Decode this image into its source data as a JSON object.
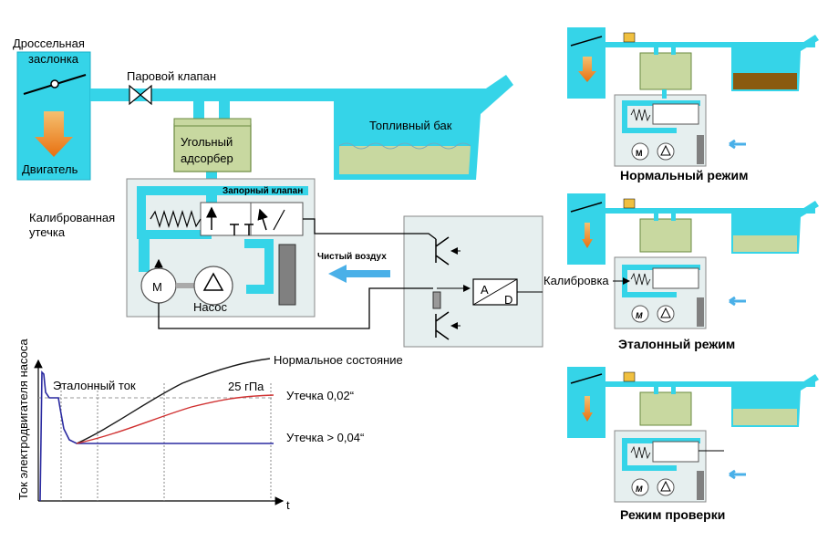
{
  "main": {
    "throttle_label_1": "Дроссельная",
    "throttle_label_2": "заслонка",
    "engine_label": "Двигатель",
    "steam_valve_label": "Паровой клапан",
    "fuel_tank_label": "Топливный бак",
    "adsorber_label_1": "Угольный",
    "adsorber_label_2": "адсорбер",
    "shutoff_valve_label": "Запорный клапан",
    "calibrated_leak_label_1": "Калиброванная",
    "calibrated_leak_label_2": "утечка",
    "clean_air_label": "Чистый воздух",
    "motor_label": "M",
    "pump_label": "Насос",
    "adc_a": "A",
    "adc_d": "D"
  },
  "graph": {
    "ylabel": "Ток электродвигателя насоса",
    "xlabel": "t",
    "reference_current_label": "Эталонный ток",
    "normal_state_label": "Нормальное состояние",
    "pressure_label": "25 гПа",
    "leak_002_label": "Утечка 0,02“",
    "leak_004_label": "Утечка > 0,04“",
    "colors": {
      "normal": "#1a1a1a",
      "leak_002": "#d03030",
      "leak_004": "#2a2aa0"
    }
  },
  "modes": {
    "normal_title": "Нормальный режим",
    "reference_title": "Эталонный режим",
    "check_title": "Режим проверки",
    "calibration_label": "Калибровка"
  },
  "colors": {
    "pipe": "#35d4e8",
    "adsorber": "#c8d8a0",
    "fuel": "#c8d8a0",
    "fuel_dark": "#8a5a10",
    "engine_arrow": "#f08020",
    "panel": "#e6efef"
  }
}
